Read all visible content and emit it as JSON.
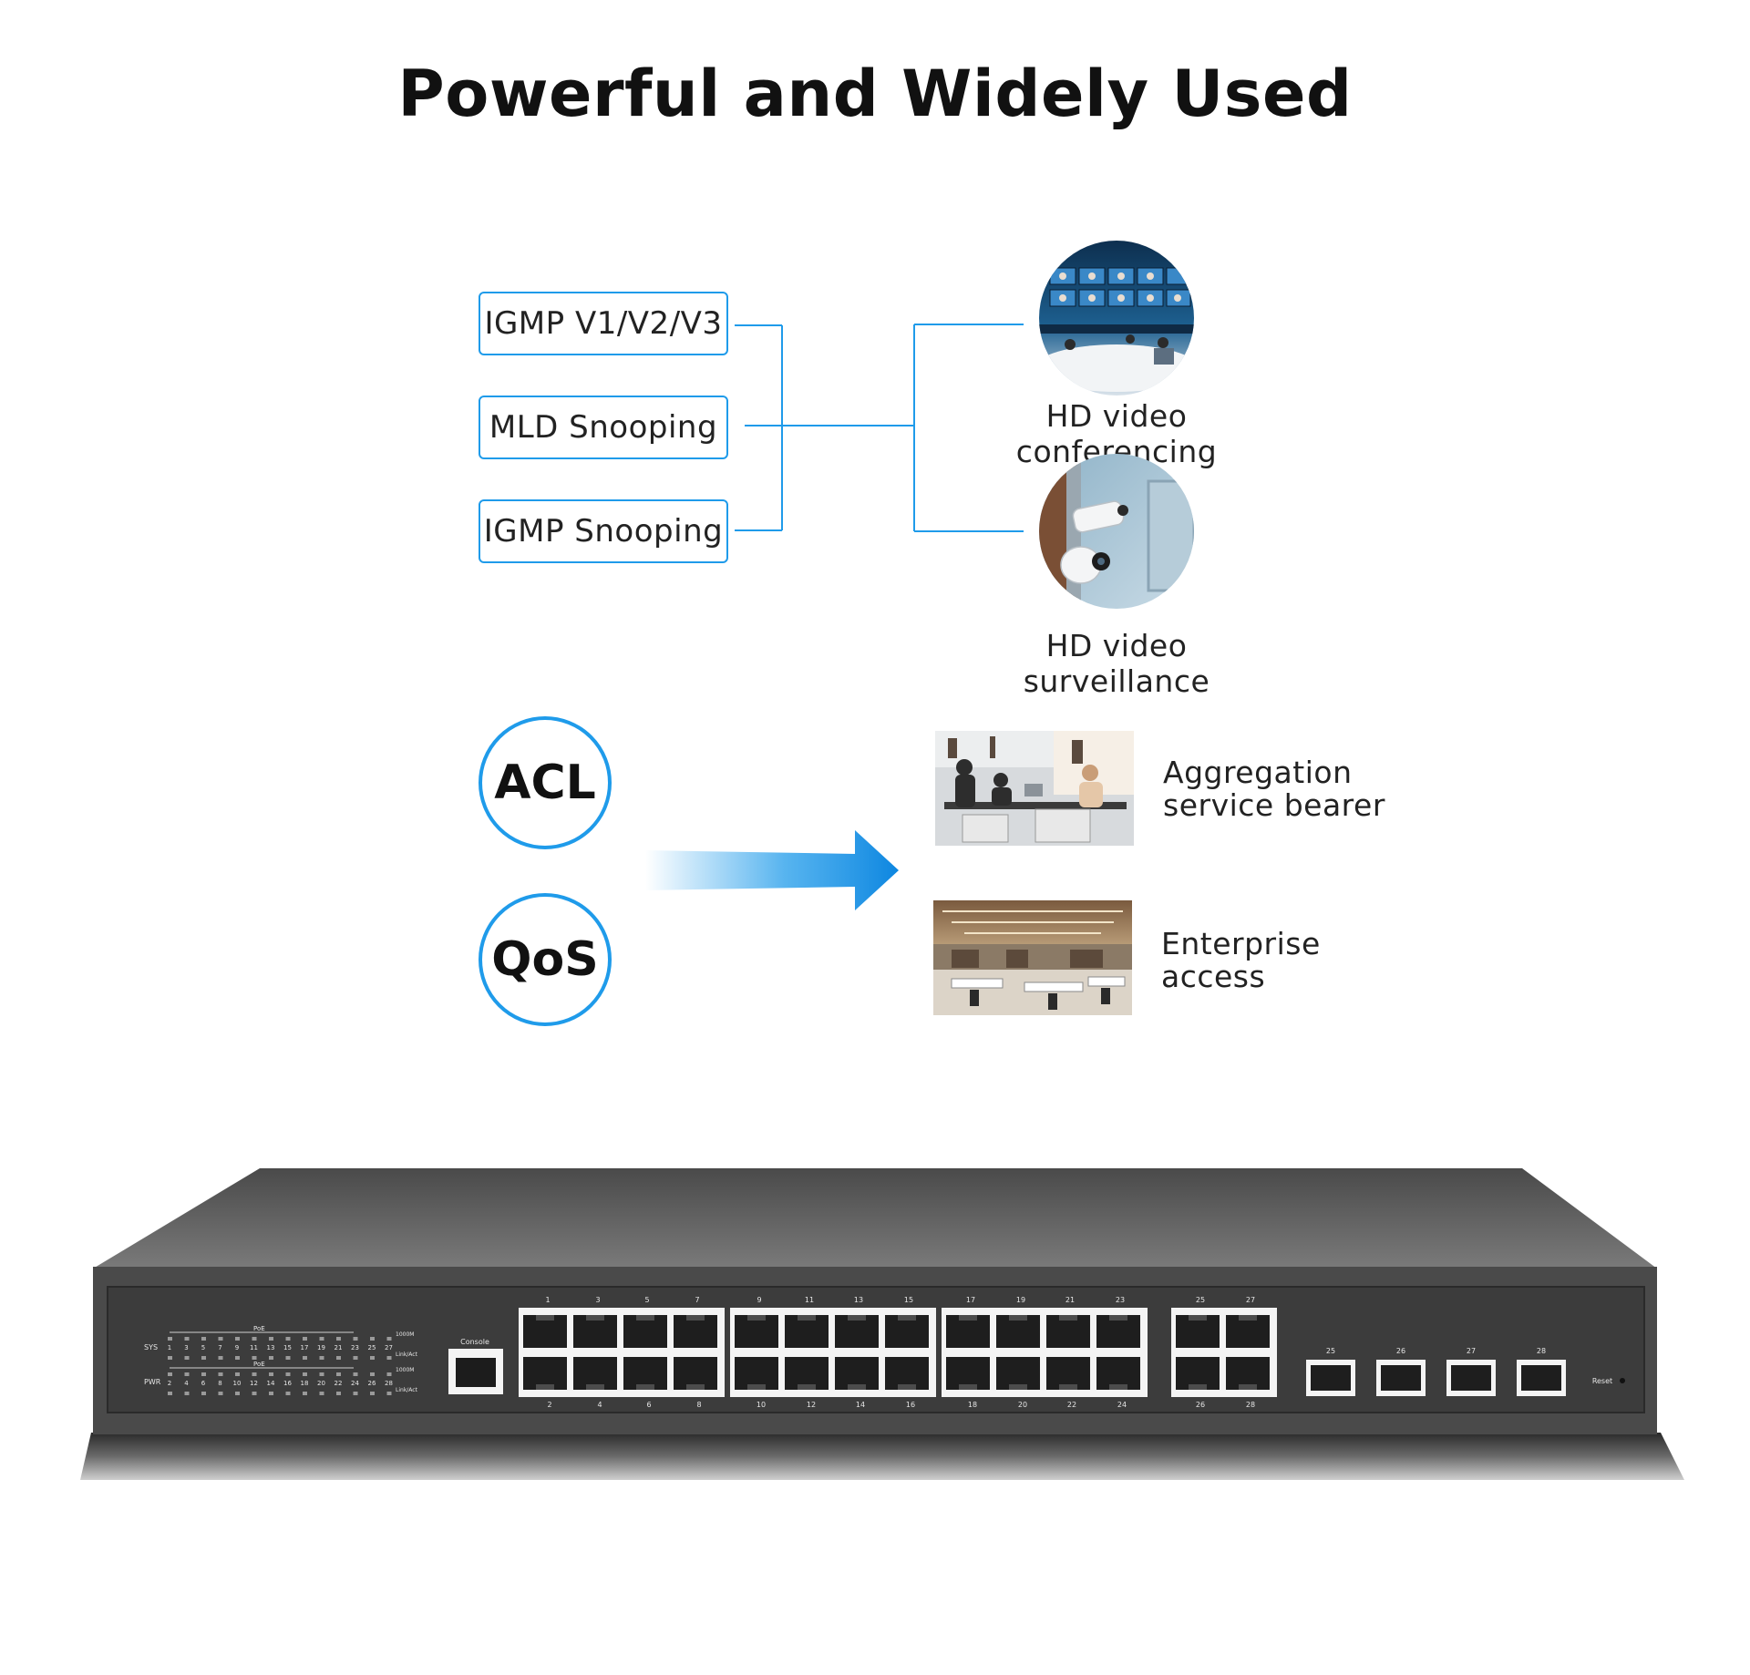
{
  "title": "Powerful and Widely Used",
  "features": [
    {
      "label": "IGMP V1/V2/V3"
    },
    {
      "label": "MLD Snooping"
    },
    {
      "label": "IGMP Snooping"
    }
  ],
  "applications": [
    {
      "label": "HD video conferencing"
    },
    {
      "label": "HD video surveillance"
    }
  ],
  "security_badges": [
    {
      "label": "ACL"
    },
    {
      "label": "QoS"
    }
  ],
  "scenarios": [
    {
      "line1": "Aggregation",
      "line2": "service bearer"
    },
    {
      "line1": "Enterprise",
      "line2": "access"
    }
  ],
  "colors": {
    "accent": "#1f9bea",
    "switch_body": "#4a4a4a",
    "switch_panel": "#3c3c3c"
  },
  "device": {
    "led_labels": {
      "sys": "SYS",
      "pwr": "PWR",
      "poe": "PoE",
      "speed": "1000M",
      "link": "Link/Act"
    },
    "led_top_numbers": [
      "1",
      "3",
      "5",
      "7",
      "9",
      "11",
      "13",
      "15",
      "17",
      "19",
      "21",
      "23",
      "25",
      "27"
    ],
    "led_bottom_numbers": [
      "2",
      "4",
      "6",
      "8",
      "10",
      "12",
      "14",
      "16",
      "18",
      "20",
      "22",
      "24",
      "26",
      "28"
    ],
    "console_label": "Console",
    "reset_label": "Reset",
    "rj45_top_numbers": [
      "1",
      "3",
      "5",
      "7",
      "9",
      "11",
      "13",
      "15",
      "17",
      "19",
      "21",
      "23"
    ],
    "rj45_bottom_numbers": [
      "2",
      "4",
      "6",
      "8",
      "10",
      "12",
      "14",
      "16",
      "18",
      "20",
      "22",
      "24"
    ],
    "combo_top_numbers": [
      "25",
      "27"
    ],
    "combo_bottom_numbers": [
      "26",
      "28"
    ],
    "sfp_numbers": [
      "25",
      "26",
      "27",
      "28"
    ]
  }
}
